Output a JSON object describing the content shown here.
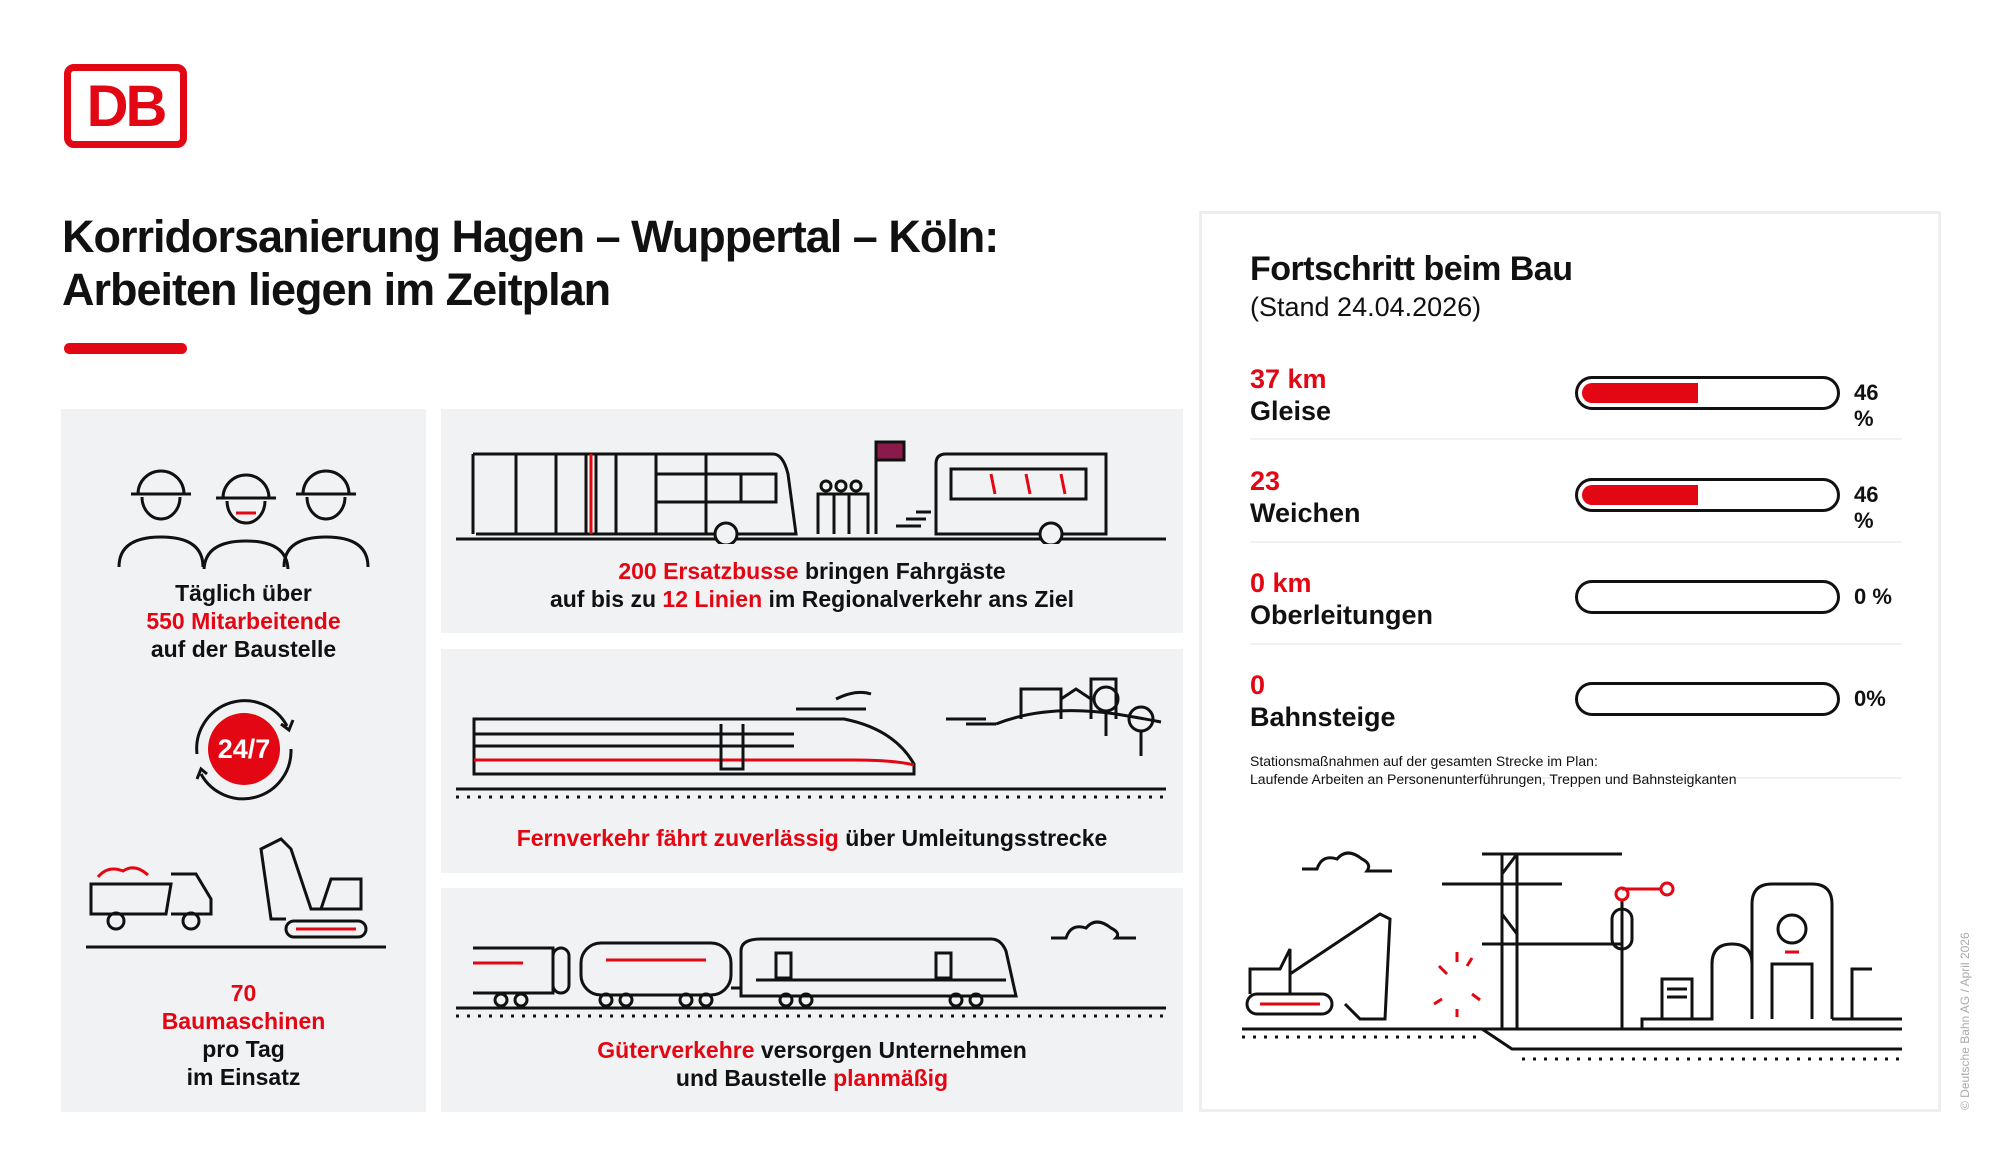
{
  "logo": "DB",
  "title": {
    "line1": "Korridorsanierung Hagen – Wuppertal – Köln:",
    "line2": "Arbeiten liegen im Zeitplan"
  },
  "left": {
    "workers": {
      "line1": "Täglich über",
      "line2": "550 Mitarbeitende",
      "line3": "auf der Baustelle"
    },
    "badge": "24/7",
    "machines": {
      "line1": "70",
      "line2": "Baumaschinen",
      "line3": "pro Tag",
      "line4": "im Einsatz"
    }
  },
  "bus": {
    "red1": "200 Ersatzbusse",
    "txt1": " bringen Fahrgäste",
    "txt2a": "auf bis zu ",
    "red2": "12 Linien",
    "txt2b": " im Regionalverkehr ans Ziel"
  },
  "ice": {
    "red": "Fernverkehr fährt zuverlässig",
    "txt": " über Umleitungsstrecke"
  },
  "freight": {
    "red1": "Güterverkehre",
    "txt1": " versorgen Unternehmen",
    "txt2": "und Baustelle ",
    "red2": "planmäßig"
  },
  "progress": {
    "title": "Fortschritt beim Bau",
    "subtitle": "(Stand 24.04.2026)",
    "rows": [
      {
        "value": "37 km",
        "label": "Gleise",
        "percent": 46,
        "percent_label": "46 %"
      },
      {
        "value": "23",
        "label": "Weichen",
        "percent": 46,
        "percent_label": "46 %"
      },
      {
        "value": "0 km",
        "label": "Oberleitungen",
        "percent": 0,
        "percent_label": "0 %"
      },
      {
        "value": "0",
        "label": "Bahnsteige",
        "percent": 0,
        "percent_label": "0%"
      }
    ],
    "note1": "Stationsmaßnahmen auf der gesamten Strecke im Plan:",
    "note2": "Laufende Arbeiten an Personenunterführungen, Treppen und Bahnsteigkanten"
  },
  "copyright": "© Deutsche Bahn AG / April 2026",
  "colors": {
    "accent": "#e30613",
    "panel": "#f1f2f4"
  }
}
